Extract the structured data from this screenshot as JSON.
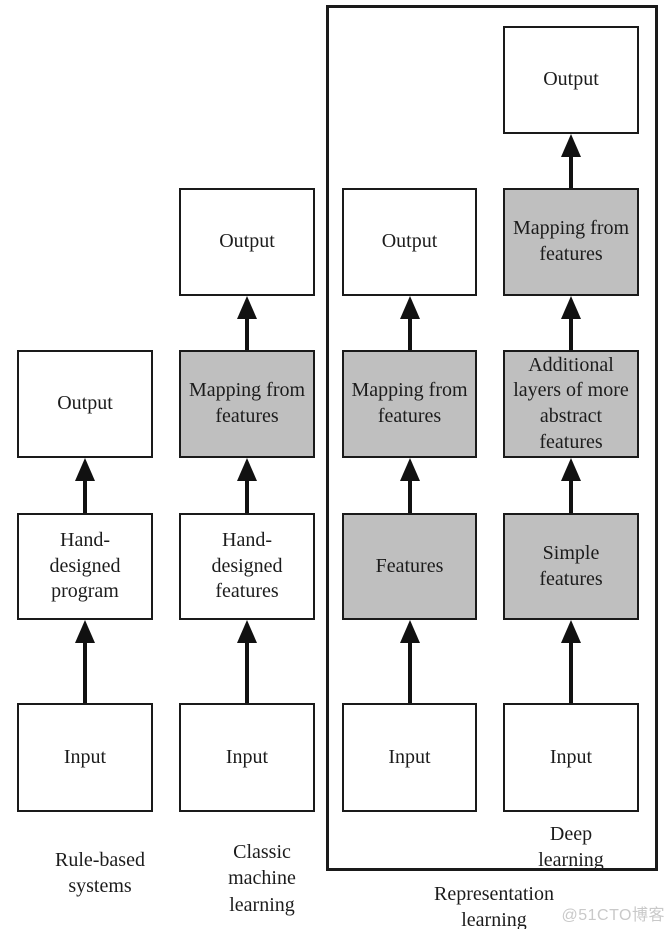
{
  "diagram": {
    "columns": [
      {
        "caption": "Rule-based\nsystems",
        "boxes": [
          {
            "label": "Input",
            "shaded": false
          },
          {
            "label": "Hand-\ndesigned\nprogram",
            "shaded": false
          },
          {
            "label": "Output",
            "shaded": false
          }
        ]
      },
      {
        "caption": "Classic\nmachine\nlearning",
        "boxes": [
          {
            "label": "Input",
            "shaded": false
          },
          {
            "label": "Hand-\ndesigned\nfeatures",
            "shaded": false
          },
          {
            "label": "Mapping from\nfeatures",
            "shaded": true
          },
          {
            "label": "Output",
            "shaded": false
          }
        ]
      },
      {
        "boxes": [
          {
            "label": "Input",
            "shaded": false
          },
          {
            "label": "Features",
            "shaded": true
          },
          {
            "label": "Mapping from\nfeatures",
            "shaded": true
          },
          {
            "label": "Output",
            "shaded": false
          }
        ]
      },
      {
        "caption": "Deep\nlearning",
        "boxes": [
          {
            "label": "Input",
            "shaded": false
          },
          {
            "label": "Simple\nfeatures",
            "shaded": true
          },
          {
            "label": "Additional\nlayers of more\nabstract\nfeatures",
            "shaded": true
          },
          {
            "label": "Mapping from\nfeatures",
            "shaded": true
          },
          {
            "label": "Output",
            "shaded": false
          }
        ]
      }
    ],
    "container_label": "Representation\nlearning",
    "watermark": "@51CTO博客",
    "colors": {
      "shaded_box": "#bfbfbf",
      "box_border": "#1a1a1a",
      "background": "#ffffff",
      "watermark_text": "#c9c9c9"
    }
  }
}
